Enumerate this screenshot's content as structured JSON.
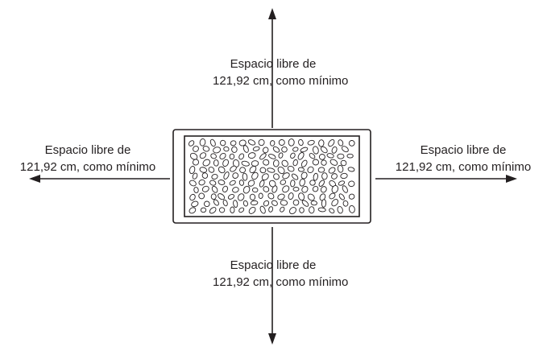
{
  "colors": {
    "ink": "#231f20",
    "background": "#ffffff"
  },
  "icons": {
    "pit": "fire-pit-icon",
    "arrow": "arrow-icon"
  },
  "clearance": {
    "top": {
      "line1": "Espacio libre de",
      "line2": "121,92 cm, como mínimo"
    },
    "left": {
      "line1": "Espacio libre de",
      "line2": "121,92 cm, como mínimo"
    },
    "right": {
      "line1": "Espacio libre de",
      "line2": "121,92 cm, como mínimo"
    },
    "bottom": {
      "line1": "Espacio libre de",
      "line2": "121,92 cm, como mínimo"
    }
  }
}
